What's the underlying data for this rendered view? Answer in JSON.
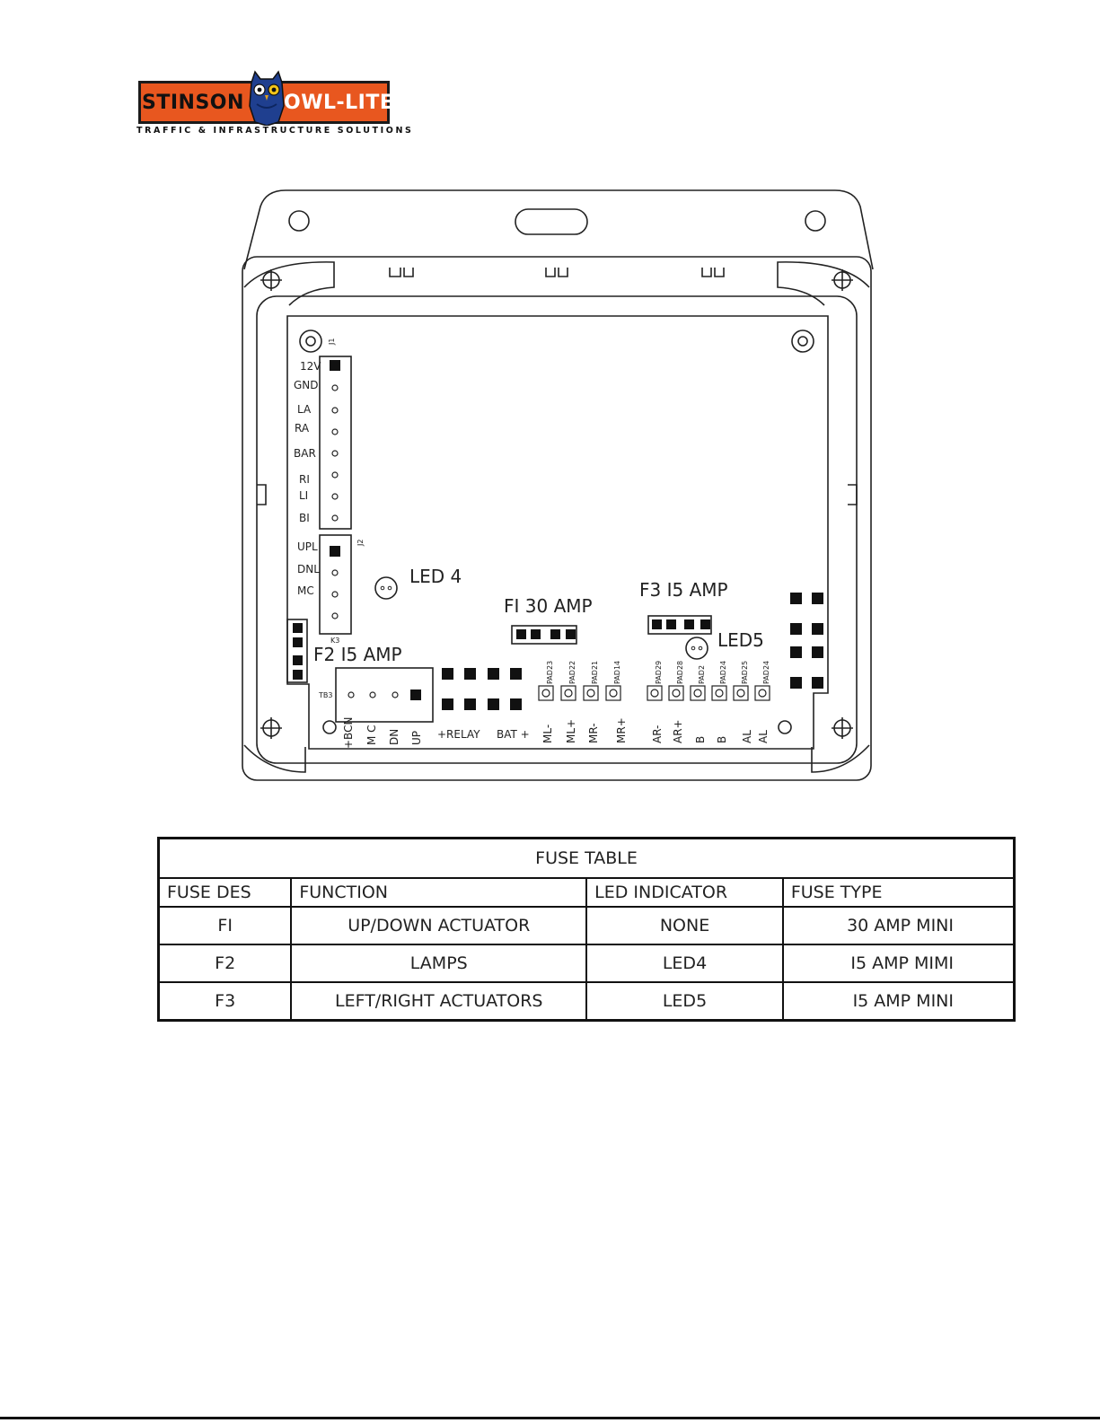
{
  "logo": {
    "brand_left": "STINSON",
    "brand_right": "OWL-LITE",
    "tagline": "TRAFFIC & INFRASTRUCTURE SOLUTIONS",
    "icon": "owl-icon",
    "colors": {
      "orange": "#e8571f",
      "owl_blue": "#1f3f8f"
    }
  },
  "diagram": {
    "connector_j1": {
      "designator": "J1",
      "pins": [
        "12V",
        "GND",
        "LA",
        "RA",
        "BAR",
        "RI",
        "LI",
        "BI"
      ]
    },
    "connector_j2": {
      "designator": "J2",
      "pins": [
        "UPL",
        "DNL",
        "MC"
      ]
    },
    "k3": "K3",
    "tb3": "TB3",
    "led4": "LED 4",
    "led5": "LED5",
    "fuse_f1": "FI 30 AMP",
    "fuse_f2": "F2 I5 AMP",
    "fuse_f3": "F3 I5 AMP",
    "pads": [
      "PAD23",
      "PAD22",
      "PAD21",
      "PAD14",
      "PAD29",
      "PAD28",
      "PAD2",
      "PAD24",
      "PAD25",
      "PAD24"
    ],
    "terminal_labels": [
      "+BCN",
      "M C",
      "DN",
      "UP",
      "+RELAY",
      "BAT +",
      "ML-",
      "ML+",
      "MR-",
      "MR+",
      "AR-",
      "AR+",
      "B",
      "B",
      "AL",
      "AL"
    ]
  },
  "fuse_table": {
    "title": "FUSE TABLE",
    "headers": [
      "FUSE DES",
      "FUNCTION",
      "LED INDICATOR",
      "FUSE TYPE"
    ],
    "rows": [
      [
        "FI",
        "UP/DOWN ACTUATOR",
        "NONE",
        "30 AMP MINI"
      ],
      [
        "F2",
        "LAMPS",
        "LED4",
        "I5 AMP MIMI"
      ],
      [
        "F3",
        "LEFT/RIGHT ACTUATORS",
        "LED5",
        "I5 AMP MINI"
      ]
    ]
  }
}
